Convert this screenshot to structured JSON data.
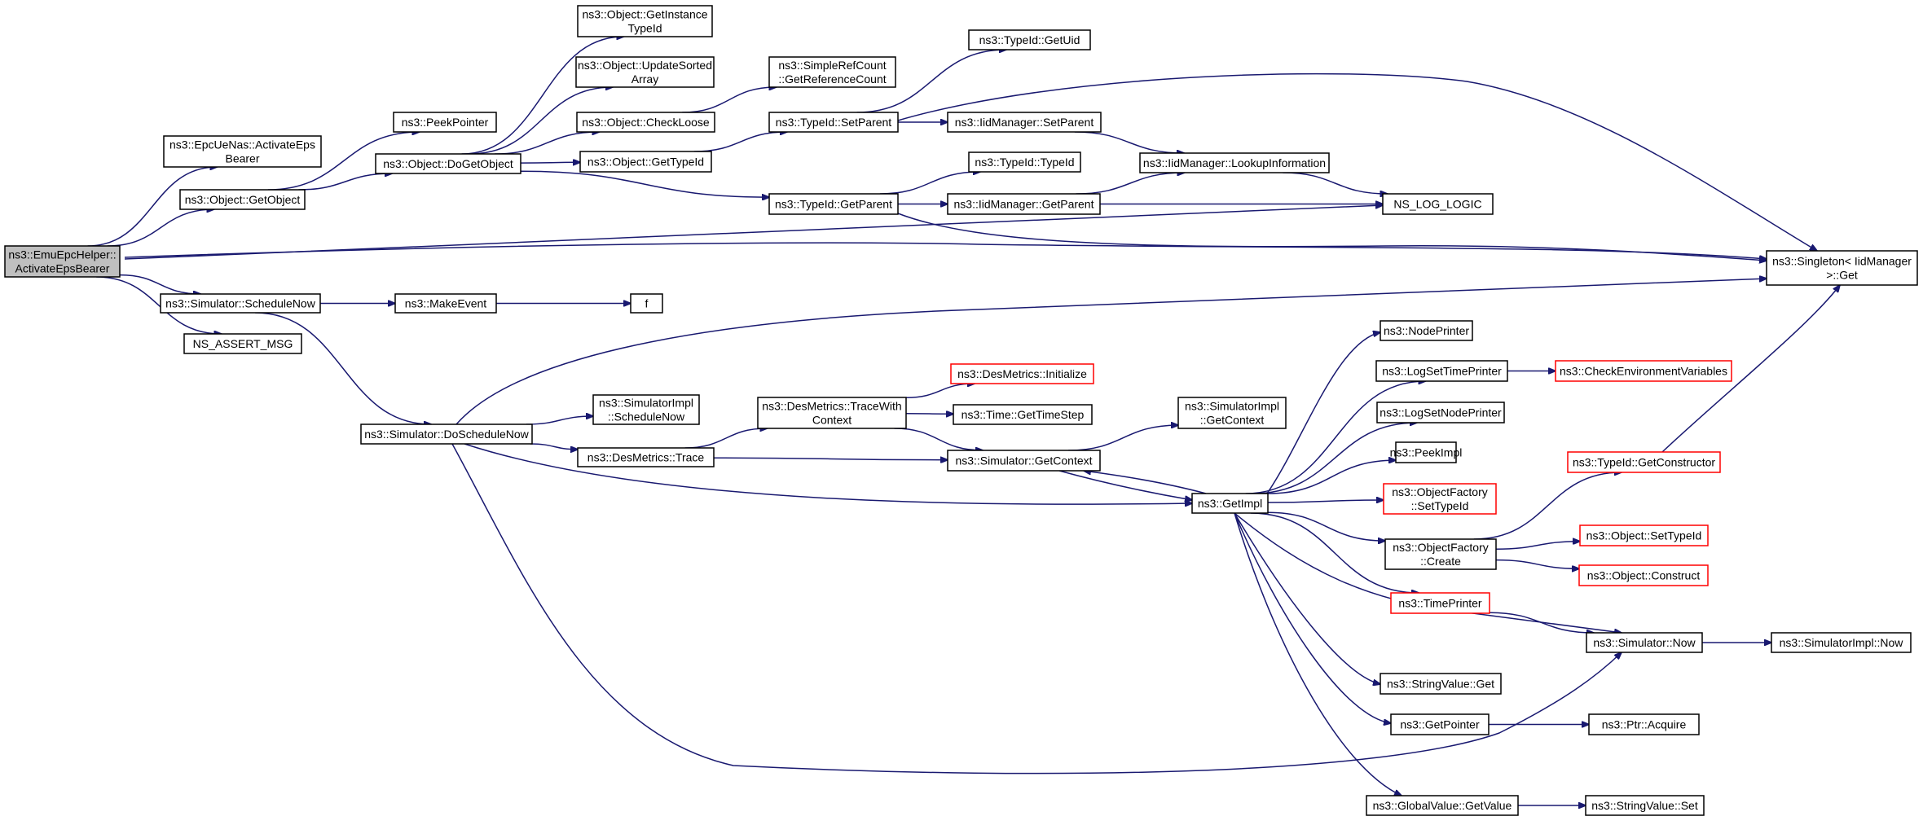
{
  "graph": {
    "nodes": [
      {
        "id": "root",
        "lines": [
          "ns3::EmuEpcHelper::",
          "ActivateEpsBearer"
        ],
        "root": true
      },
      {
        "id": "uenas",
        "lines": [
          "ns3::EpcUeNas::ActivateEps",
          "Bearer"
        ]
      },
      {
        "id": "getobject",
        "lines": [
          "ns3::Object::GetObject"
        ]
      },
      {
        "id": "schednow",
        "lines": [
          "ns3::Simulator::ScheduleNow"
        ]
      },
      {
        "id": "assertmsg",
        "lines": [
          "NS_ASSERT_MSG"
        ]
      },
      {
        "id": "peekpointer",
        "lines": [
          "ns3::PeekPointer"
        ]
      },
      {
        "id": "dogetobject",
        "lines": [
          "ns3::Object::DoGetObject"
        ]
      },
      {
        "id": "makeevent",
        "lines": [
          "ns3::MakeEvent"
        ]
      },
      {
        "id": "doschednow",
        "lines": [
          "ns3::Simulator::DoScheduleNow"
        ]
      },
      {
        "id": "getinsttid",
        "lines": [
          "ns3::Object::GetInstance",
          "TypeId"
        ]
      },
      {
        "id": "updsorted",
        "lines": [
          "ns3::Object::UpdateSorted",
          "Array"
        ]
      },
      {
        "id": "checkloose",
        "lines": [
          "ns3::Object::CheckLoose"
        ]
      },
      {
        "id": "objgettid",
        "lines": [
          "ns3::Object::GetTypeId"
        ]
      },
      {
        "id": "f",
        "lines": [
          "f"
        ]
      },
      {
        "id": "implsched",
        "lines": [
          "ns3::SimulatorImpl",
          "::ScheduleNow"
        ]
      },
      {
        "id": "dmtrace",
        "lines": [
          "ns3::DesMetrics::Trace"
        ]
      },
      {
        "id": "simplerc",
        "lines": [
          "ns3::SimpleRefCount",
          "::GetReferenceCount"
        ]
      },
      {
        "id": "tidsetparent",
        "lines": [
          "ns3::TypeId::SetParent"
        ]
      },
      {
        "id": "tidgetparent",
        "lines": [
          "ns3::TypeId::GetParent"
        ]
      },
      {
        "id": "dminit",
        "lines": [
          "ns3::DesMetrics::Initialize"
        ],
        "red": true
      },
      {
        "id": "dmtwc",
        "lines": [
          "ns3::DesMetrics::TraceWith",
          "Context"
        ]
      },
      {
        "id": "tidgetuid",
        "lines": [
          "ns3::TypeId::GetUid"
        ]
      },
      {
        "id": "iidsetparent",
        "lines": [
          "ns3::IidManager::SetParent"
        ]
      },
      {
        "id": "tidtid",
        "lines": [
          "ns3::TypeId::TypeId"
        ]
      },
      {
        "id": "iidgetparent",
        "lines": [
          "ns3::IidManager::GetParent"
        ]
      },
      {
        "id": "timestep",
        "lines": [
          "ns3::Time::GetTimeStep"
        ]
      },
      {
        "id": "simgetctx",
        "lines": [
          "ns3::Simulator::GetContext"
        ]
      },
      {
        "id": "iidlookup",
        "lines": [
          "ns3::IidManager::LookupInformation"
        ]
      },
      {
        "id": "implgetctx",
        "lines": [
          "ns3::SimulatorImpl",
          "::GetContext"
        ]
      },
      {
        "id": "getimpl",
        "lines": [
          "ns3::GetImpl"
        ]
      },
      {
        "id": "nslogic",
        "lines": [
          "NS_LOG_LOGIC"
        ]
      },
      {
        "id": "nodeprinter",
        "lines": [
          "ns3::NodePrinter"
        ]
      },
      {
        "id": "logsettime",
        "lines": [
          "ns3::LogSetTimePrinter"
        ]
      },
      {
        "id": "logsetnode",
        "lines": [
          "ns3::LogSetNodePrinter"
        ]
      },
      {
        "id": "peekimpl",
        "lines": [
          "ns3::PeekImpl"
        ]
      },
      {
        "id": "ofsettid",
        "lines": [
          "ns3::ObjectFactory",
          "::SetTypeId"
        ],
        "red": true
      },
      {
        "id": "ofcreate",
        "lines": [
          "ns3::ObjectFactory",
          "::Create"
        ]
      },
      {
        "id": "timeprinter",
        "lines": [
          "ns3::TimePrinter"
        ],
        "red": true
      },
      {
        "id": "strvalget",
        "lines": [
          "ns3::StringValue::Get"
        ]
      },
      {
        "id": "getpointer",
        "lines": [
          "ns3::GetPointer"
        ]
      },
      {
        "id": "gvgetvalue",
        "lines": [
          "ns3::GlobalValue::GetValue"
        ]
      },
      {
        "id": "checkenv",
        "lines": [
          "ns3::CheckEnvironmentVariables"
        ],
        "red": true
      },
      {
        "id": "tidgetctor",
        "lines": [
          "ns3::TypeId::GetConstructor"
        ],
        "red": true
      },
      {
        "id": "objsettid",
        "lines": [
          "ns3::Object::SetTypeId"
        ],
        "red": true
      },
      {
        "id": "objconstruct",
        "lines": [
          "ns3::Object::Construct"
        ],
        "red": true
      },
      {
        "id": "simnow",
        "lines": [
          "ns3::Simulator::Now"
        ]
      },
      {
        "id": "ptracquire",
        "lines": [
          "ns3::Ptr::Acquire"
        ]
      },
      {
        "id": "strvalset",
        "lines": [
          "ns3::StringValue::Set"
        ]
      },
      {
        "id": "singleton",
        "lines": [
          "ns3::Singleton< IidManager",
          ">::Get"
        ]
      },
      {
        "id": "implnow",
        "lines": [
          "ns3::SimulatorImpl::Now"
        ]
      }
    ],
    "edges": [
      [
        "root",
        "uenas"
      ],
      [
        "root",
        "getobject"
      ],
      [
        "root",
        "nslogic"
      ],
      [
        "root",
        "singleton"
      ],
      [
        "root",
        "schednow"
      ],
      [
        "root",
        "assertmsg"
      ],
      [
        "getobject",
        "peekpointer"
      ],
      [
        "getobject",
        "dogetobject"
      ],
      [
        "dogetobject",
        "getinsttid"
      ],
      [
        "dogetobject",
        "updsorted"
      ],
      [
        "dogetobject",
        "checkloose"
      ],
      [
        "dogetobject",
        "objgettid"
      ],
      [
        "dogetobject",
        "tidgetparent"
      ],
      [
        "checkloose",
        "simplerc"
      ],
      [
        "objgettid",
        "tidsetparent"
      ],
      [
        "tidsetparent",
        "tidgetuid"
      ],
      [
        "tidsetparent",
        "iidsetparent"
      ],
      [
        "tidsetparent",
        "singleton"
      ],
      [
        "iidsetparent",
        "iidlookup"
      ],
      [
        "tidgetparent",
        "tidtid"
      ],
      [
        "tidgetparent",
        "iidgetparent"
      ],
      [
        "tidgetparent",
        "singleton"
      ],
      [
        "iidgetparent",
        "iidlookup"
      ],
      [
        "iidgetparent",
        "nslogic"
      ],
      [
        "iidlookup",
        "nslogic"
      ],
      [
        "schednow",
        "makeevent"
      ],
      [
        "schednow",
        "doschednow"
      ],
      [
        "makeevent",
        "f"
      ],
      [
        "doschednow",
        "singleton"
      ],
      [
        "doschednow",
        "implsched"
      ],
      [
        "doschednow",
        "dmtrace"
      ],
      [
        "doschednow",
        "getimpl"
      ],
      [
        "doschednow",
        "simnow"
      ],
      [
        "dmtrace",
        "dmtwc"
      ],
      [
        "dmtrace",
        "simgetctx"
      ],
      [
        "dmtwc",
        "dminit"
      ],
      [
        "dmtwc",
        "timestep"
      ],
      [
        "dmtwc",
        "simgetctx"
      ],
      [
        "simgetctx",
        "implgetctx"
      ],
      [
        "simgetctx",
        "getimpl"
      ],
      [
        "getimpl",
        "simgetctx"
      ],
      [
        "getimpl",
        "nodeprinter"
      ],
      [
        "getimpl",
        "logsettime"
      ],
      [
        "getimpl",
        "logsetnode"
      ],
      [
        "getimpl",
        "peekimpl"
      ],
      [
        "getimpl",
        "ofsettid"
      ],
      [
        "getimpl",
        "ofcreate"
      ],
      [
        "getimpl",
        "timeprinter"
      ],
      [
        "getimpl",
        "simnow"
      ],
      [
        "getimpl",
        "strvalget"
      ],
      [
        "getimpl",
        "getpointer"
      ],
      [
        "getimpl",
        "gvgetvalue"
      ],
      [
        "logsettime",
        "checkenv"
      ],
      [
        "ofcreate",
        "tidgetctor"
      ],
      [
        "ofcreate",
        "objsettid"
      ],
      [
        "ofcreate",
        "objconstruct"
      ],
      [
        "tidgetctor",
        "singleton"
      ],
      [
        "timeprinter",
        "simnow"
      ],
      [
        "simnow",
        "implnow"
      ],
      [
        "getpointer",
        "ptracquire"
      ],
      [
        "gvgetvalue",
        "strvalset"
      ]
    ]
  }
}
